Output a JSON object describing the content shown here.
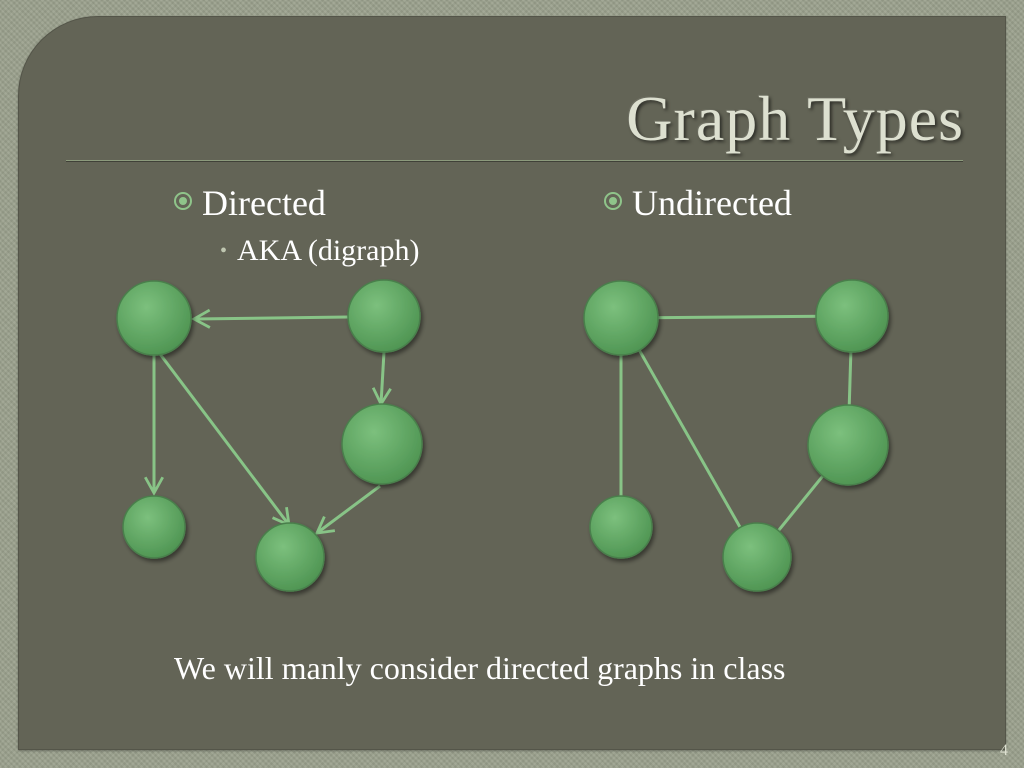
{
  "slide": {
    "title": "Graph Types",
    "page_number": "4"
  },
  "left": {
    "bullet": "Directed",
    "sub_bullet": "AKA (digraph)"
  },
  "right": {
    "bullet": "Undirected"
  },
  "footer": {
    "text": "We will manly consider directed graphs in class"
  },
  "colors": {
    "node_fill": "#5aa45e",
    "node_stroke": "#4a7f4c",
    "edge": "#88c487",
    "bullet_marker": "#8fc48a"
  },
  "directed_graph": {
    "nodes": [
      "a",
      "b",
      "c",
      "d",
      "e"
    ],
    "edges": [
      [
        "b",
        "a"
      ],
      [
        "b",
        "c"
      ],
      [
        "a",
        "d"
      ],
      [
        "a",
        "e"
      ],
      [
        "c",
        "e"
      ]
    ]
  },
  "undirected_graph": {
    "nodes": [
      "a",
      "b",
      "c",
      "d",
      "e"
    ],
    "edges": [
      [
        "a",
        "b"
      ],
      [
        "b",
        "c"
      ],
      [
        "a",
        "d"
      ],
      [
        "a",
        "e"
      ],
      [
        "c",
        "e"
      ]
    ]
  }
}
